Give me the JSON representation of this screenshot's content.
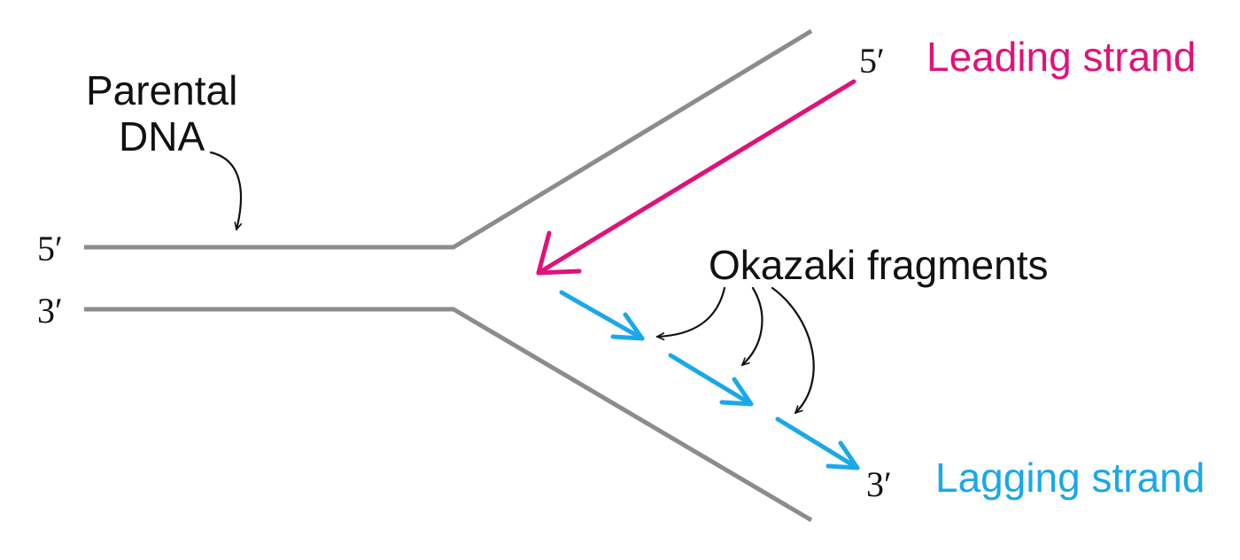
{
  "parental_label": {
    "line1": "Parental",
    "line2": "DNA"
  },
  "ends": {
    "top_left": "5′",
    "bottom_left": "3′",
    "leading": "5′",
    "lagging": "3′"
  },
  "labels": {
    "leading_strand": "Leading strand",
    "lagging_strand": "Lagging strand",
    "okazaki": "Okazaki fragments"
  },
  "colors": {
    "parental": "#8c8c8c",
    "leading": "#e0127a",
    "lagging": "#19a8ea",
    "text": "#111111"
  }
}
